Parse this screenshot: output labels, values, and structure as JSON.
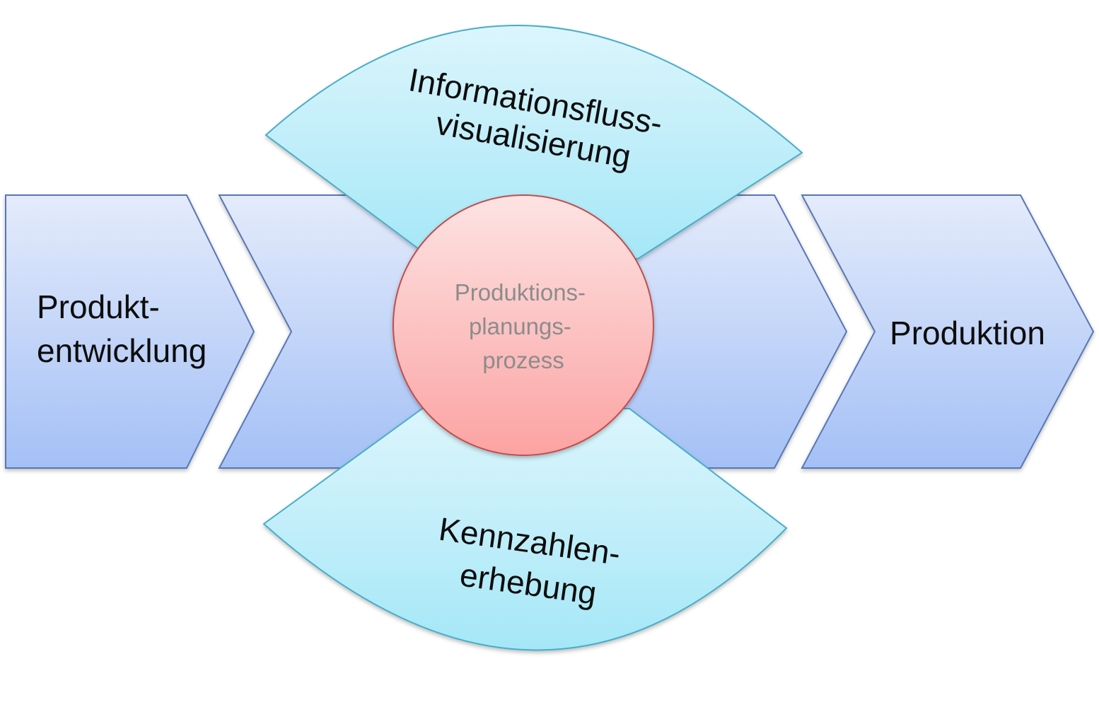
{
  "diagram": {
    "process_steps": [
      {
        "id": "produktentwicklung",
        "lines": [
          "Produkt-",
          "entwicklung"
        ]
      },
      {
        "id": "middle",
        "lines": []
      },
      {
        "id": "produktion",
        "lines": [
          "Produktion"
        ]
      }
    ],
    "center": {
      "lines": [
        "Produktions-",
        "planungs-",
        "prozess"
      ]
    },
    "top_sector": {
      "lines": [
        "Informationsfluss-",
        "visualisierung"
      ]
    },
    "bottom_sector": {
      "lines": [
        "Kennzahlen-",
        "erhebung"
      ]
    },
    "colors": {
      "chevron_top": "#e4ebfb",
      "chevron_bottom": "#a4c0f6",
      "chevron_stroke": "#5877b5",
      "sector_top": "#dcf5fc",
      "sector_bottom": "#a5e7f7",
      "sector_stroke": "#4aaec7",
      "circle_top": "#fde3e3",
      "circle_bottom": "#fca3a3",
      "circle_stroke": "#c0504d"
    }
  }
}
